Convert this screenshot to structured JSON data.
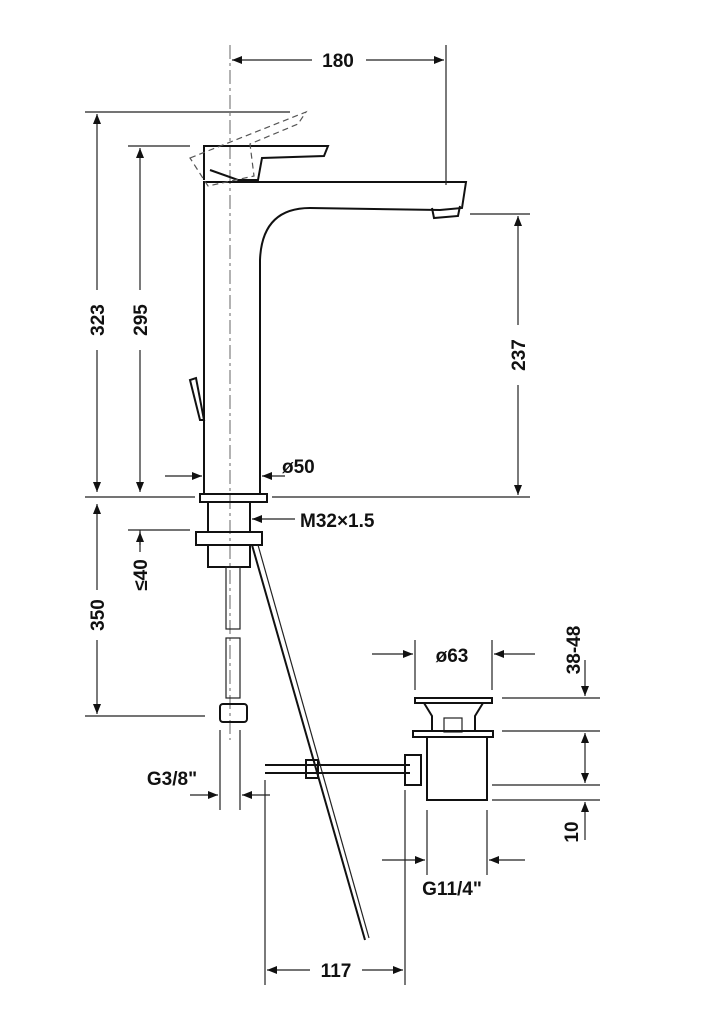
{
  "dimensions": {
    "spout_reach": "180",
    "total_height": "323",
    "handle_height": "295",
    "spout_height": "237",
    "body_diameter": "ø50",
    "thread": "M32×1.5",
    "hose_length": "350",
    "max_deck_thickness": "≤40",
    "waste_diameter": "ø63",
    "waste_range": "38-48",
    "waste_offset": "10",
    "waste_thread": "G11/4\"",
    "hose_connection": "G3/8\"",
    "rod_offset": "117"
  }
}
